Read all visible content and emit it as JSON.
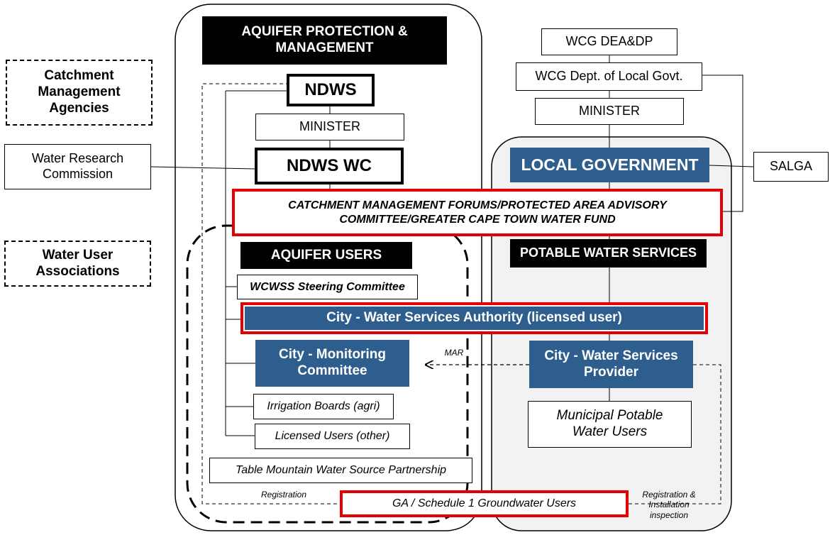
{
  "colors": {
    "blue_fill": "#2e5e8e",
    "red_outline": "#e30000",
    "grey_panel": "#f2f2f2",
    "black_fill": "#000000"
  },
  "left_boxes": {
    "cma": "Catchment\nManagement\nAgencies",
    "wrc": "Water Research\nCommission",
    "wua": "Water User\nAssociations"
  },
  "aquifer": {
    "header": "AQUIFER PROTECTION &\nMANAGEMENT",
    "ndws": "NDWS",
    "minister": "MINISTER",
    "ndws_wc": "NDWS WC"
  },
  "forums": "CATCHMENT MANAGEMENT FORUMS/PROTECTED AREA ADVISORY\nCOMMITTEE/GREATER CAPE TOWN WATER FUND",
  "users": {
    "header": "AQUIFER USERS",
    "steering": "WCWSS Steering Committee",
    "wsa": "City - Water Services Authority (licensed user)",
    "monitoring": "City - Monitoring\nCommittee",
    "irrigation": "Irrigation Boards (agri)",
    "licensed": "Licensed Users (other)",
    "tmwsp": "Table Mountain Water Source Partnership"
  },
  "right": {
    "deadp": "WCG DEA&DP",
    "local_govt_dept": "WCG Dept. of Local Govt.",
    "minister": "MINISTER",
    "local_government": "LOCAL GOVERNMENT",
    "salga": "SALGA",
    "potable": "POTABLE WATER SERVICES",
    "wsp": "City - Water Services\nProvider",
    "municipal": "Municipal Potable\nWater Users"
  },
  "ga_users": "GA / Schedule 1 Groundwater Users",
  "labels": {
    "mar": "MAR",
    "registration": "Registration",
    "reg_install": "Registration &\nInstallation\ninspection"
  }
}
